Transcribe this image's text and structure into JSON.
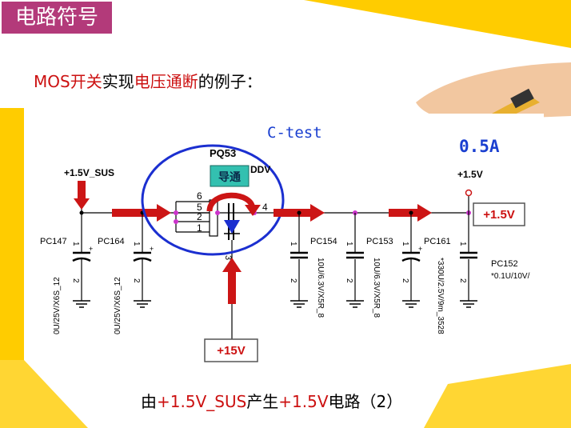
{
  "slide": {
    "title": "电路符号",
    "subtitle_parts": [
      "MOS",
      "开关",
      "实现",
      "电压通断",
      "的例子："
    ],
    "caption_parts": [
      "由",
      "+1.5V_SUS",
      "产生",
      "+1.5V",
      "电路（2）"
    ]
  },
  "schematic": {
    "ctest": "C-test",
    "current": "0.5A",
    "mosfet_ref": "PQ53",
    "mosfet_part_fragment": "DDV",
    "conduct_label": "导通",
    "pins": [
      "6",
      "5",
      "2",
      "1",
      "4",
      "3"
    ],
    "nets": {
      "in_net": "+1.5V_SUS",
      "out_net": "+1.5V",
      "out_tag": "+1.5V",
      "gate_tag": "+15V"
    },
    "caps": [
      {
        "ref": "PC147",
        "value": "0U/25V/X6S_12",
        "pins": [
          "1",
          "2"
        ]
      },
      {
        "ref": "PC164",
        "value": "0U/25V/X6S_12",
        "pins": [
          "1",
          "2"
        ]
      },
      {
        "ref": "PC154",
        "value": "10U/6.3V/X5R_8",
        "pins": [
          "1",
          "2"
        ]
      },
      {
        "ref": "PC153",
        "value": "10U/6.3V/X5R_8",
        "pins": [
          "1",
          "2"
        ]
      },
      {
        "ref": "PC161",
        "value": "*330U/2.5V/9m_3528",
        "pins": [
          "1",
          "2"
        ]
      },
      {
        "ref": "PC152",
        "value": "*0.1U/10V/",
        "pins": [
          "1",
          "2"
        ]
      }
    ]
  },
  "colors": {
    "title_bg": "#b33a7a",
    "highlight_red": "#cc1111",
    "arrow_red": "#cc1515",
    "wire": "#000000",
    "mosfet_ellipse": "#1b2fd0",
    "conduct_box": "#33c0b0",
    "pin_dot": "#cc33cc",
    "tag_border": "#555555",
    "accent_yellow": "#ffcc00",
    "title_blue": "#1a3fd0"
  }
}
